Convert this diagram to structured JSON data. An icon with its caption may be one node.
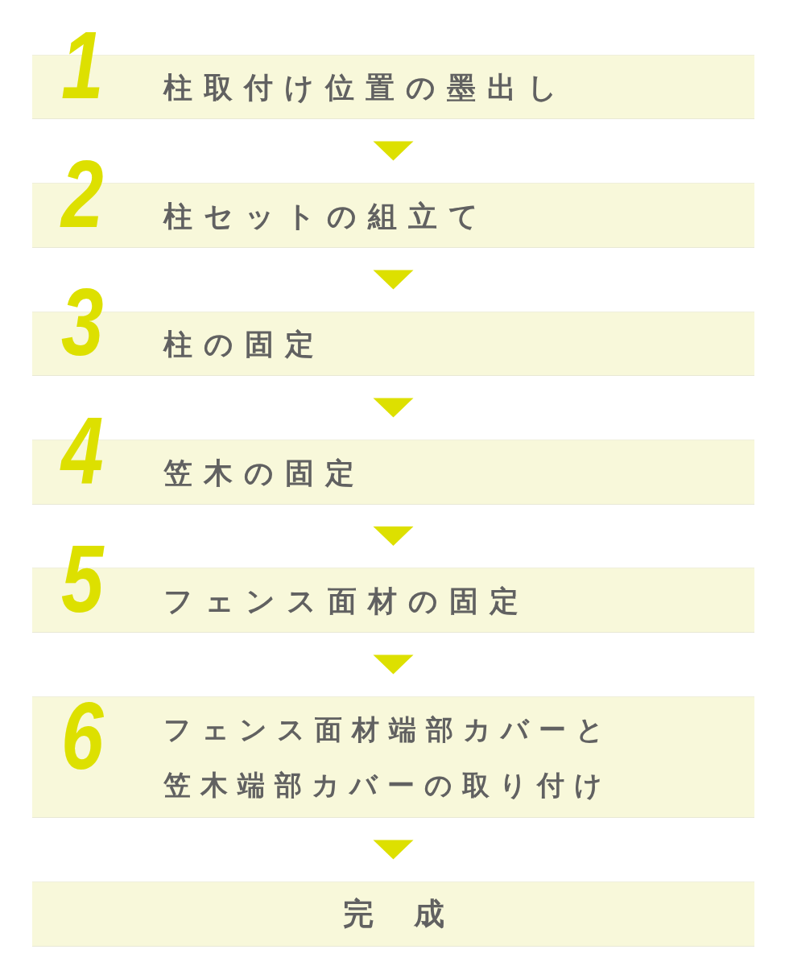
{
  "diagram": {
    "nodes": [
      {
        "text": [
          "1",
          "柱取付け位置の墨出し"
        ]
      },
      {
        "text": [
          "2",
          "柱セットの組立て"
        ]
      },
      {
        "text": [
          "3",
          "柱の固定"
        ]
      },
      {
        "text": [
          "4",
          "笠木の固定"
        ]
      },
      {
        "text": [
          "5",
          "フェンス面材の固定"
        ]
      },
      {
        "text": [
          "6",
          "フェンス面材端部カバーと笠木端部カバーの取り付け"
        ]
      },
      {
        "text": [
          "完　成"
        ]
      }
    ],
    "edges": [
      {
        "from": 0,
        "to": 1,
        "arrow": "to"
      },
      {
        "from": 1,
        "to": 2,
        "arrow": "to"
      },
      {
        "from": 2,
        "to": 3,
        "arrow": "to"
      },
      {
        "from": 3,
        "to": 4,
        "arrow": "to"
      },
      {
        "from": 4,
        "to": 5,
        "arrow": "to"
      },
      {
        "from": 5,
        "to": 6,
        "arrow": "to"
      }
    ]
  }
}
